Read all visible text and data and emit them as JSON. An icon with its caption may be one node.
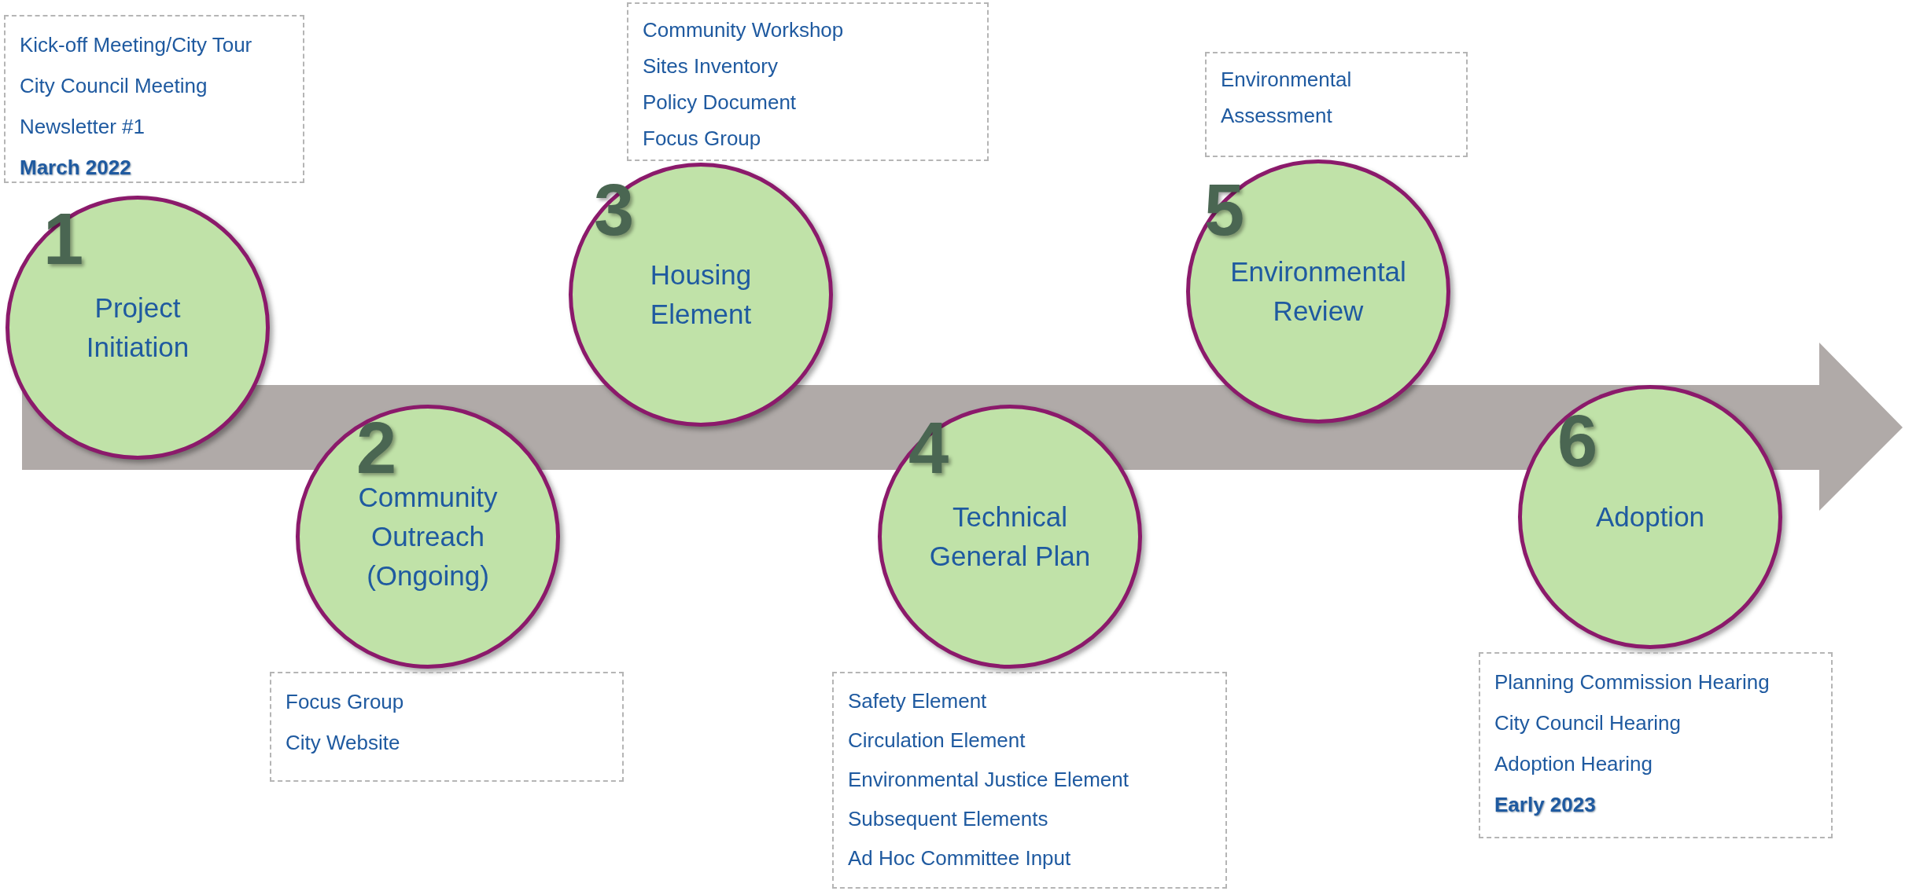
{
  "diagram": {
    "nodes": [
      {
        "text": [
          "Kick-off Meeting/City Tour",
          "City Council Meeting",
          "Newsletter #1",
          "March 2022"
        ]
      },
      {
        "text": [
          "1",
          "Project Initiation"
        ]
      },
      {
        "text": [
          "2",
          "Community Outreach (Ongoing)"
        ]
      },
      {
        "text": [
          "Focus Group",
          "City Website"
        ]
      },
      {
        "text": [
          "Community Workshop",
          "Sites Inventory",
          "Policy Document",
          "Focus Group"
        ]
      },
      {
        "text": [
          "3",
          "Housing Element"
        ]
      },
      {
        "text": [
          "4",
          "Technical General Plan"
        ]
      },
      {
        "text": [
          "Safety Element",
          "Circulation Element",
          "Environmental Justice Element",
          "Subsequent Elements",
          "Ad Hoc Committee Input"
        ]
      },
      {
        "text": [
          "Environmental Assessment"
        ]
      },
      {
        "text": [
          "5",
          "Environmental Review"
        ]
      },
      {
        "text": [
          "6",
          "Adoption"
        ]
      },
      {
        "text": [
          "Planning Commission Hearing",
          "City Council Hearing",
          "Adoption Hearing",
          "Early 2023"
        ]
      }
    ],
    "edges": []
  }
}
